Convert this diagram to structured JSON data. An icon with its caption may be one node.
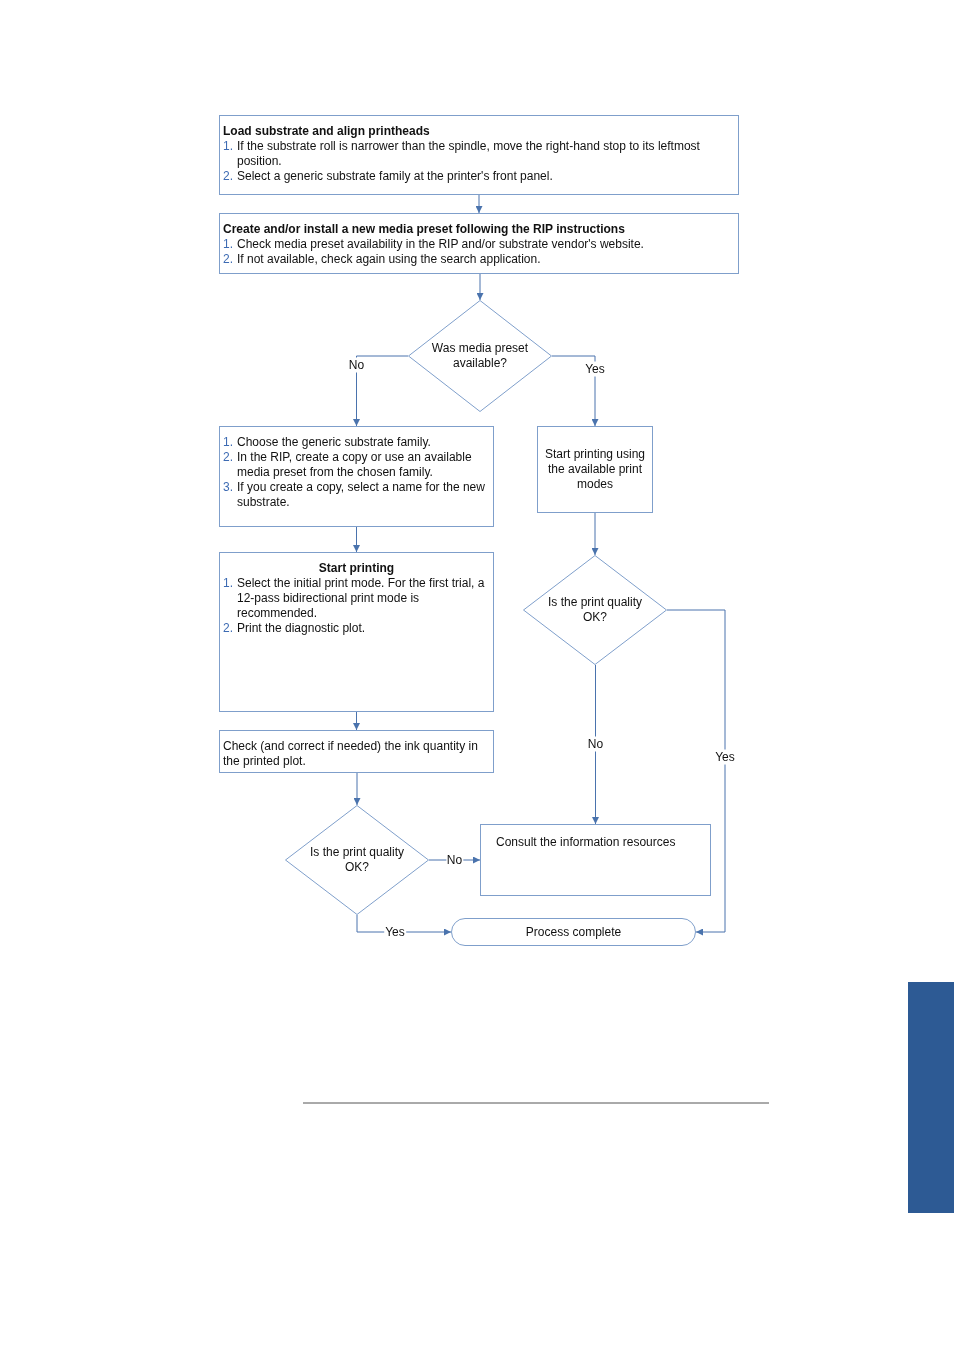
{
  "diagram": {
    "nodes": [
      {
        "text": [
          "Load substrate and align printheads",
          "1. If the substrate roll is narrower than the spindle, move the right-hand stop to its leftmost position.",
          "2. Select a generic substrate family at the printer's front panel."
        ]
      },
      {
        "text": [
          "Create and/or install a new media preset following the RIP instructions",
          "1. Check media preset availability in the RIP and/or substrate vendor's website.",
          "2. If not available, check again using the search application."
        ]
      },
      {
        "text": [
          "Was media preset available?"
        ]
      },
      {
        "text": [
          "1. Choose the generic substrate family.",
          "2. In the RIP, create a copy or use an available media preset from the chosen family.",
          "3. If you create a copy, select a name for the new substrate."
        ]
      },
      {
        "text": [
          "Start printing using the available print modes"
        ]
      },
      {
        "text": [
          "Start printing",
          "1. Select the initial print mode. For the first trial, a 12-pass bidirectional print mode is recommended.",
          "2. Print the diagnostic plot."
        ]
      },
      {
        "text": [
          "Is the print quality OK?"
        ]
      },
      {
        "text": [
          "Check (and correct if needed) the ink quantity in the printed plot."
        ]
      },
      {
        "text": [
          "Is the print quality OK?"
        ]
      },
      {
        "text": [
          "Consult the information resources"
        ]
      },
      {
        "text": [
          "Process complete"
        ]
      },
      {
        "text": [],
        "shape": "bar"
      }
    ],
    "edges": [
      {
        "from": 0,
        "to": 1,
        "arrow": "to"
      },
      {
        "from": 1,
        "to": 2,
        "arrow": "to"
      },
      {
        "from": 2,
        "to": 3,
        "arrow": "to",
        "label": "No"
      },
      {
        "from": 2,
        "to": 4,
        "arrow": "to",
        "label": "Yes"
      },
      {
        "from": 3,
        "to": 5,
        "arrow": "to"
      },
      {
        "from": 5,
        "to": 7,
        "arrow": "to"
      },
      {
        "from": 7,
        "to": 8,
        "arrow": "to"
      },
      {
        "from": 4,
        "to": 6,
        "arrow": "to"
      },
      {
        "from": 6,
        "to": 9,
        "arrow": "to",
        "label": "No"
      },
      {
        "from": 6,
        "to": 10,
        "arrow": "to",
        "label": "Yes"
      },
      {
        "from": 8,
        "to": 9,
        "arrow": "to",
        "label": "No"
      },
      {
        "from": 8,
        "to": 10,
        "arrow": "to",
        "label": "Yes"
      }
    ]
  }
}
